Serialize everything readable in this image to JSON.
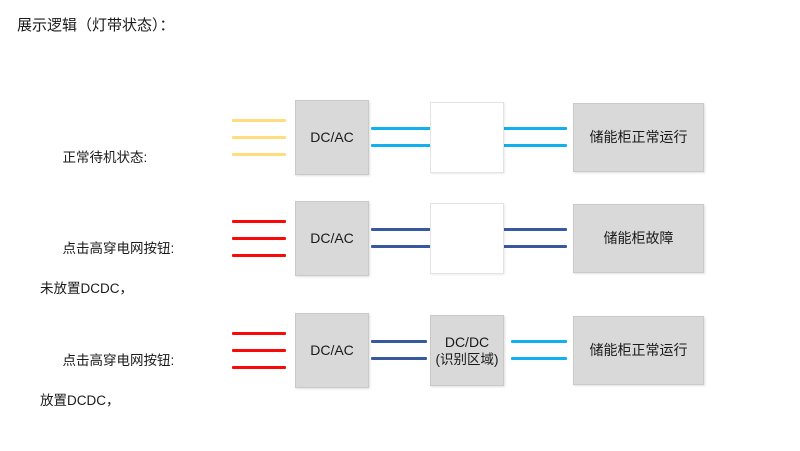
{
  "page": {
    "title": "展示逻辑（灯带状态）：",
    "background": "#ffffff"
  },
  "colors": {
    "strip_yellow": "#ffdd7d",
    "strip_red": "#fb0909",
    "strip_blue_cyan": "#12b0ee",
    "strip_blue_dark": "#37599d",
    "box_fill": "#d9d9d9",
    "box_border": "#c9c9c9",
    "box_empty_fill": "#ffffff",
    "box_empty_border": "#e3e3e3",
    "text": "#1a1a1a"
  },
  "rows": [
    {
      "id": "normal-standby",
      "label_line1": "正常待机状态:",
      "label_line2": "",
      "strips_left": {
        "count": 3,
        "color": "#ffdd7d",
        "name": "yellow-light-strip"
      },
      "inverter_box": "DC/AC",
      "strips_long": {
        "count": 2,
        "color": "#12b0ee",
        "name": "cyan-light-strip"
      },
      "converter_box": {
        "present": false,
        "line1": "",
        "line2": ""
      },
      "result_box": "储能柜正常运行"
    },
    {
      "id": "high-ride-through-no-dcdc",
      "label_line1": "点击高穿电网按钮:",
      "label_line2": "未放置DCDC，",
      "strips_left": {
        "count": 3,
        "color": "#fb0909",
        "name": "red-light-strip"
      },
      "inverter_box": "DC/AC",
      "strips_long": {
        "count": 2,
        "color": "#37599d",
        "name": "dark-blue-light-strip"
      },
      "converter_box": {
        "present": false,
        "line1": "",
        "line2": ""
      },
      "result_box": "储能柜故障"
    },
    {
      "id": "high-ride-through-with-dcdc",
      "label_line1": "点击高穿电网按钮:",
      "label_line2": "放置DCDC，",
      "strips_left": {
        "count": 3,
        "color": "#fb0909",
        "name": "red-light-strip"
      },
      "inverter_box": "DC/AC",
      "strips_mid": {
        "count": 2,
        "color": "#37599d",
        "name": "dark-blue-light-strip"
      },
      "converter_box": {
        "present": true,
        "line1": "DC/DC",
        "line2": "(识别区域)"
      },
      "strips_right": {
        "count": 2,
        "color": "#12b0ee",
        "name": "cyan-light-strip"
      },
      "result_box": "储能柜正常运行"
    }
  ]
}
